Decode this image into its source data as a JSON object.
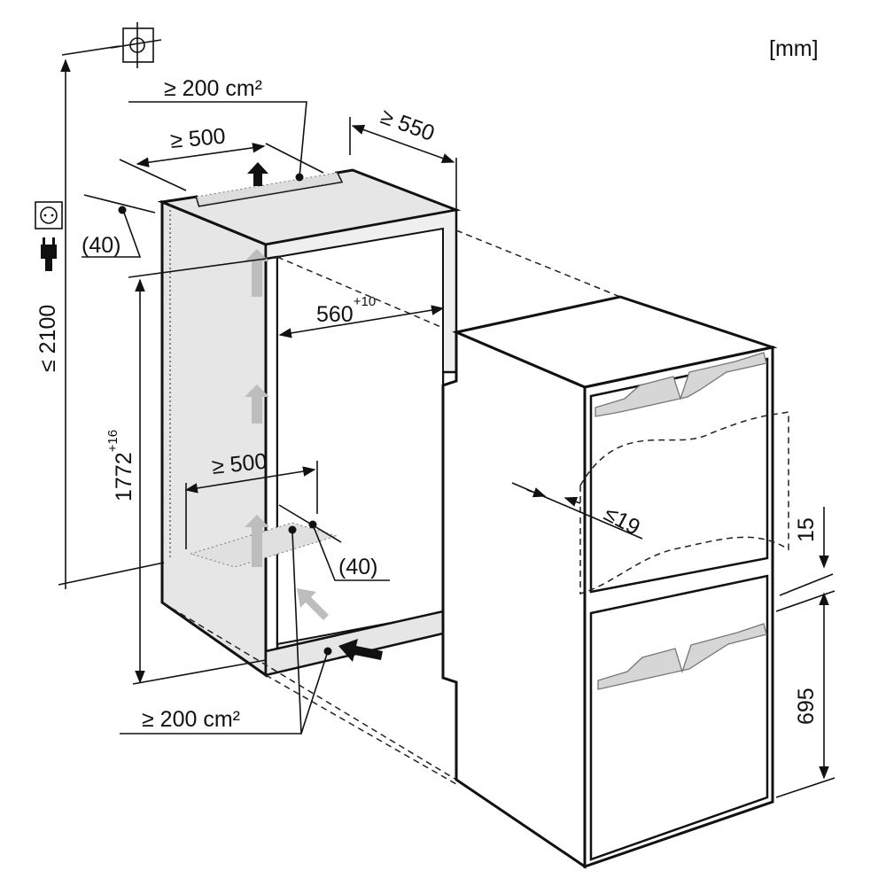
{
  "units": "[mm]",
  "dimensions": {
    "max_height": "≤ 2100",
    "top_vent_area": "≥ 200 cm²",
    "top_vent_width": "≥ 500",
    "depth": "≥ 550",
    "top_gap": "(40)",
    "niche_width": "560",
    "niche_width_tol": "+10",
    "niche_height": "1772",
    "niche_height_tol": "+16",
    "bottom_vent_width": "≥ 500",
    "bottom_gap": "(40)",
    "bottom_vent_area": "≥ 200 cm²",
    "door_thickness": "≤19",
    "door_gap": "15",
    "lower_door_height": "695"
  },
  "colors": {
    "line": "#111111",
    "panel": "#e4e4e4",
    "arrow": "#bdbdbd"
  }
}
